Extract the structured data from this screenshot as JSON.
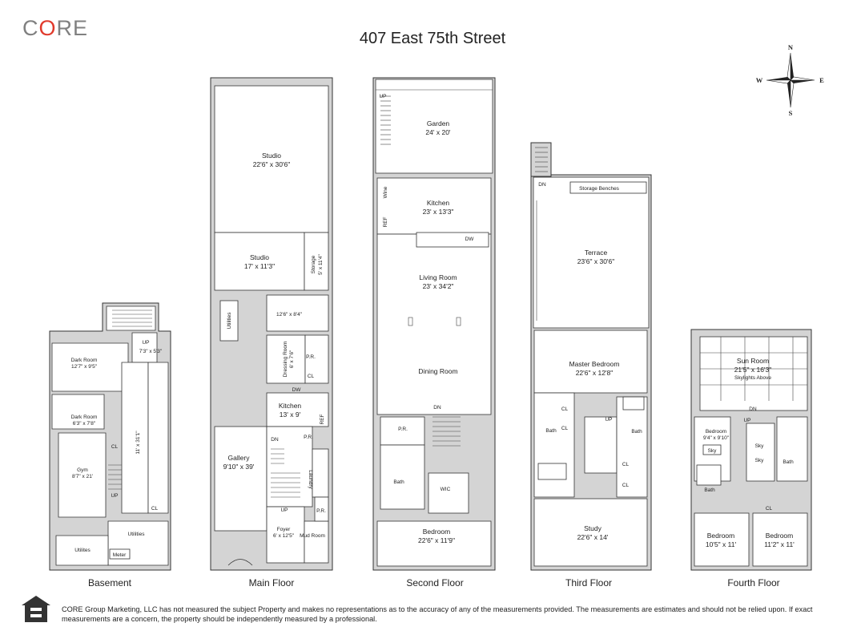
{
  "brand": {
    "logo_text": "CORE"
  },
  "title": "407 East 75th Street",
  "compass": {
    "n": "N",
    "s": "S",
    "e": "E",
    "w": "W"
  },
  "floors": {
    "basement": {
      "label": "Basement",
      "rooms": {
        "dark_room_1": {
          "name": "Dark Room",
          "dims": "12'7\" x 9'5\""
        },
        "small_room": {
          "dims": "7'3\" x 5'3\""
        },
        "dark_room_2": {
          "name": "Dark Room",
          "dims": "6'3\" x 7'8\""
        },
        "gym": {
          "name": "Gym",
          "dims": "8'7\" x 21'"
        },
        "hall": {
          "dims": "11' x 31'1\""
        },
        "cl_1": "CL",
        "cl_2": "CL",
        "utilities_1": "Utilities",
        "utilities_2": "Utilites",
        "meter": "Meter",
        "up_1": "UP",
        "up_2": "UP"
      }
    },
    "main": {
      "label": "Main Floor",
      "rooms": {
        "studio_1": {
          "name": "Studio",
          "dims": "22'6\" x 30'6\""
        },
        "studio_2": {
          "name": "Studio",
          "dims": "17' x 11'3\""
        },
        "storage": {
          "name": "Storage",
          "dims": "5' x 11'4\""
        },
        "utilities": "Utilities",
        "hall": {
          "dims": "12'6\" x 8'4\""
        },
        "dressing": {
          "name": "Dressing Room",
          "dims": "6' x 7'6\""
        },
        "pr_1": "P.R.",
        "cl": "CL",
        "dw": "DW",
        "kitchen": {
          "name": "Kitchen",
          "dims": "13' x 9'"
        },
        "ref": "REF",
        "pr_2": "P.R.",
        "gallery": {
          "name": "Gallery",
          "dims": "9'10\" x 39'"
        },
        "laundry": "Laundry",
        "foyer": {
          "name": "Foyer",
          "dims": "6' x 12'5\""
        },
        "mud": "Mud Room",
        "pr_3": "P.R.",
        "dn": "DN",
        "up": "UP"
      }
    },
    "second": {
      "label": "Second Floor",
      "rooms": {
        "garden": {
          "name": "Garden",
          "dims": "24' x 20'"
        },
        "kitchen": {
          "name": "Kitchen",
          "dims": "23' x 13'3\""
        },
        "wine": "Wine",
        "ref": "REF",
        "dw": "DW",
        "living": {
          "name": "Living Room",
          "dims": "23' x 34'2\""
        },
        "dining": {
          "name": "Dining Room"
        },
        "pr": "P.R.",
        "bath": "Bath",
        "wic": "WIC",
        "bedroom": {
          "name": "Bedroom",
          "dims": "22'6\" x 11'9\""
        },
        "dn": "DN",
        "up": "UP"
      }
    },
    "third": {
      "label": "Third Floor",
      "rooms": {
        "storage_benches": "Storage Benches",
        "terrace": {
          "name": "Terrace",
          "dims": "23'6\" x 30'6\""
        },
        "master": {
          "name": "Master Bedroom",
          "dims": "22'6\" x 12'8\""
        },
        "study": {
          "name": "Study",
          "dims": "22'6\" x 14'"
        },
        "bath_1": "Bath",
        "bath_2": "Bath",
        "cl_1": "CL",
        "cl_2": "CL",
        "cl_3": "CL",
        "cl_4": "CL",
        "dn": "DN",
        "up": "UP"
      }
    },
    "fourth": {
      "label": "Fourth Floor",
      "rooms": {
        "sun": {
          "name": "Sun Room",
          "dims": "21'5\" x 16'3\"",
          "note": "Skylights Above"
        },
        "bedroom_1": {
          "name": "Bedroom",
          "dims": "9'4\" x 9'10\"",
          "sky": "Sky"
        },
        "bedroom_2": {
          "name": "Bedroom",
          "dims": "10'5\" x 11'"
        },
        "bedroom_3": {
          "name": "Bedroom",
          "dims": "11'2\" x 11'"
        },
        "bath_1": "Bath",
        "bath_2": "Bath",
        "sky_1": "Sky",
        "sky_2": "Sky",
        "cl": "CL",
        "dn": "DN",
        "up": "UP"
      }
    }
  },
  "disclaimer": "CORE Group Marketing, LLC has not measured the subject Property and makes no representations as to the accuracy of any of the measurements provided. The measurements are estimates and should not be relied upon. If exact measurements are a concern, the property should be independently measured by a professional.",
  "eho_icon": "equal-housing-opportunity-icon"
}
